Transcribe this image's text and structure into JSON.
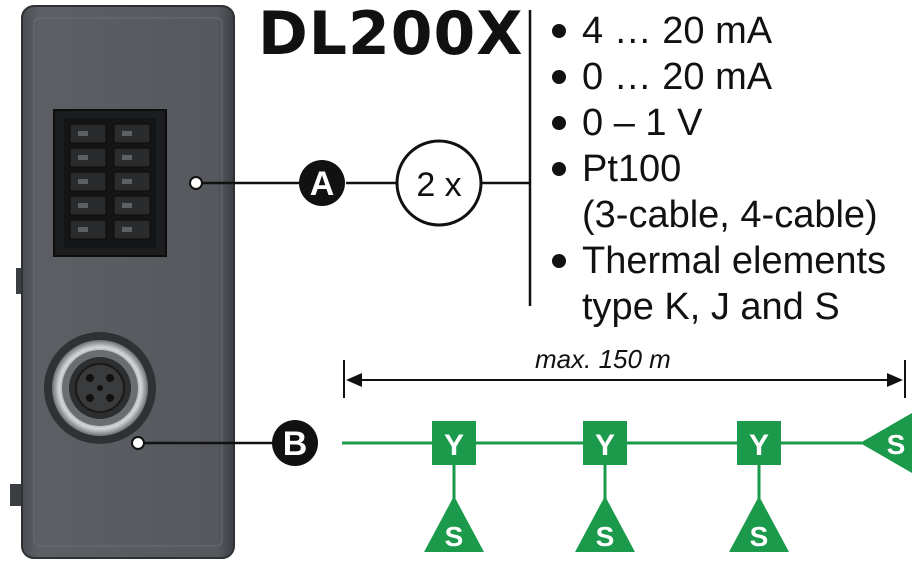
{
  "title": "DL200X",
  "specs": [
    {
      "line1": "4 … 20 mA",
      "line2": ""
    },
    {
      "line1": "0 … 20 mA",
      "line2": ""
    },
    {
      "line1": "0 – 1 V",
      "line2": ""
    },
    {
      "line1": "Pt100",
      "line2": "(3-cable, 4-cable)"
    },
    {
      "line1": "Thermal elements",
      "line2": "type K, J and S"
    }
  ],
  "callouts": {
    "a": "A",
    "b": "B",
    "multiplier": "2 x"
  },
  "distance_label": "max. 150 m",
  "bus": {
    "splitter_label": "Y",
    "sensor_label": "S",
    "splitter_count": 3,
    "sensor_count": 4
  },
  "colors": {
    "bus_green": "#1a9a4a",
    "housing": "#55585d",
    "housing_dark": "#3f4246",
    "ink": "#111111"
  }
}
